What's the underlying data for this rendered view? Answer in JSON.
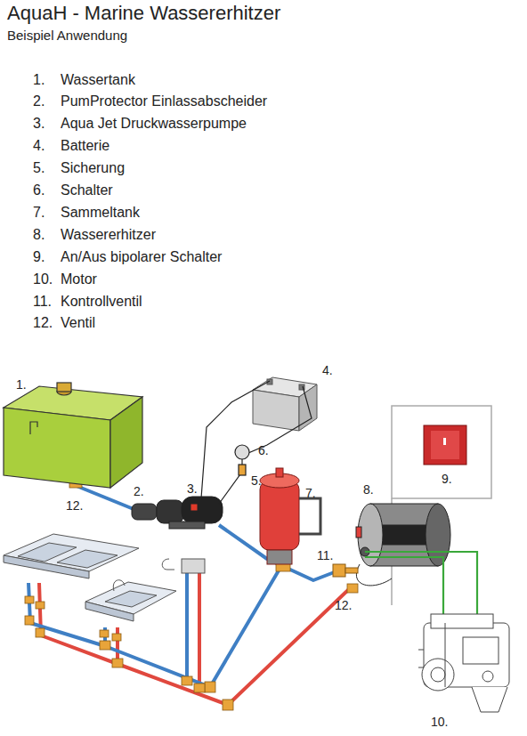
{
  "diagram": {
    "title": "AquaH - Marine Wassererhitzer",
    "labels": [
      "Beispiel Anwendung",
      "1.",
      "Wassertank",
      "2.",
      "PumProtector Einlassabscheider",
      "3.",
      "Aqua Jet Druckwasserpumpe",
      "4.",
      "Batterie",
      "5.",
      "Sicherung",
      "6.",
      "Schalter",
      "7.",
      "Sammeltank",
      "8.",
      "Wassererhitzer",
      "9.",
      "An/Aus bipolarer Schalter",
      "10.",
      "Motor",
      "11.",
      "Kontrollventil",
      "12.",
      "Ventil",
      "1.",
      "12.",
      "2.",
      "3.",
      "4.",
      "6.",
      "5.",
      "7.",
      "8.",
      "11.",
      "9.",
      "12.",
      "10."
    ]
  }
}
